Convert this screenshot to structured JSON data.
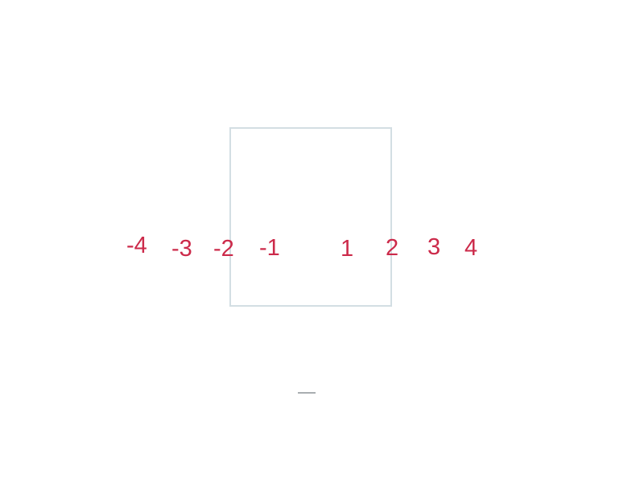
{
  "labels": [
    "-4",
    "-3",
    "-2",
    "-1",
    "1",
    "2",
    "3",
    "4"
  ],
  "colors": {
    "label": "#cc2a4a",
    "frame": "#d3dee3",
    "dash": "#a9aeb1",
    "background": "#ffffff"
  }
}
